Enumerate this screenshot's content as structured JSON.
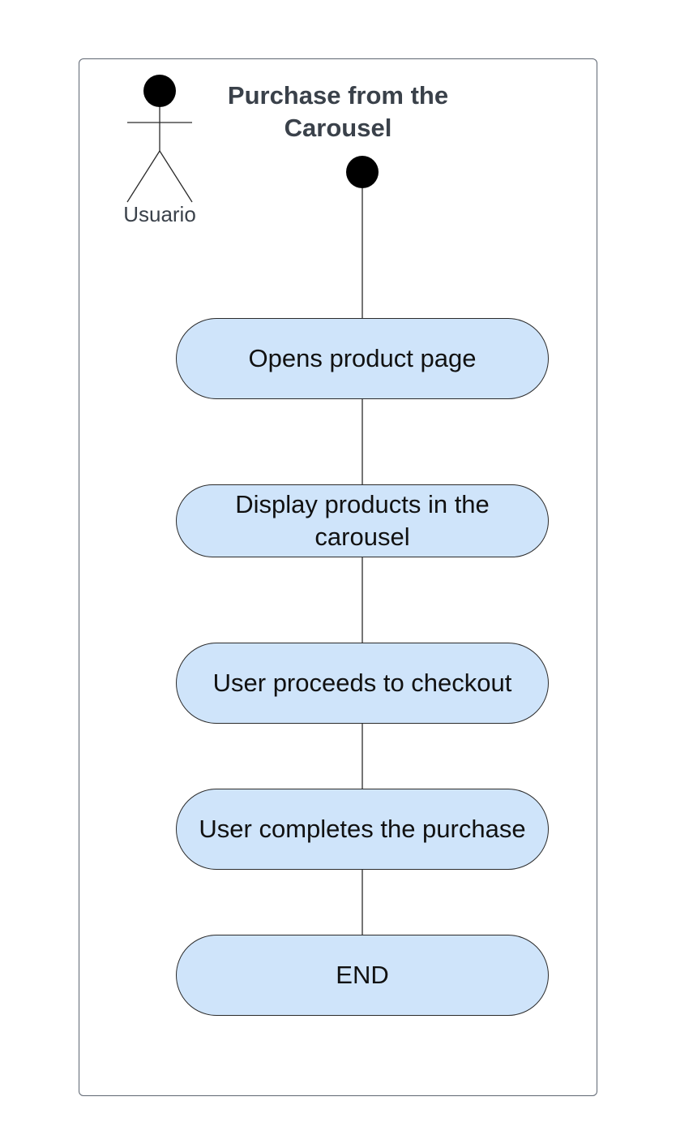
{
  "diagram": {
    "title": "Purchase from the Carousel",
    "actor": {
      "label": "Usuario",
      "icon": "stick-figure-actor-icon"
    },
    "start_node": {
      "icon": "initial-node-icon"
    },
    "activities": [
      {
        "id": "opens-product-page",
        "label": "Opens product page"
      },
      {
        "id": "display-products",
        "label": "Display products in the carousel"
      },
      {
        "id": "proceeds-to-checkout",
        "label": "User proceeds to checkout"
      },
      {
        "id": "completes-purchase",
        "label": "User completes the purchase"
      },
      {
        "id": "end",
        "label": "END"
      }
    ],
    "colors": {
      "activity_fill": "#cfe4fa",
      "activity_border": "#2b2b2b",
      "connector": "#2b2b2b",
      "frame_border": "#5e6672",
      "title_text": "#3a414a",
      "node_text": "#111111",
      "start_fill": "#000000"
    }
  }
}
